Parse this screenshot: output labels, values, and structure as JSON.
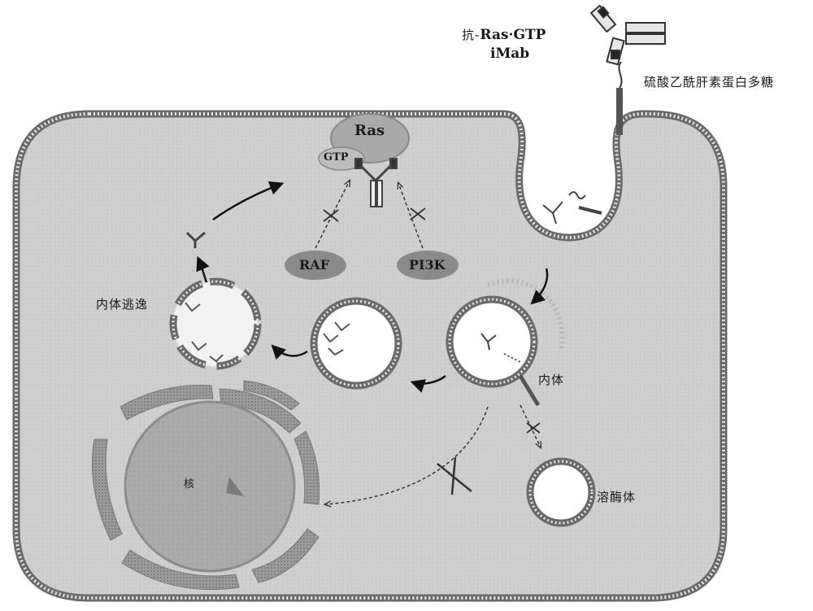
{
  "title": {
    "prefix": "抗-",
    "target": "Ras·GTP",
    "name": "iMab"
  },
  "labels": {
    "hspg": "硫酸乙酰肝素蛋白多糖",
    "ras": "Ras",
    "gtp": "GTP",
    "raf": "RAF",
    "pi3k": "PI3K",
    "endosome_escape": "内体逃逸",
    "endosome": "内体",
    "lysosome": "溶酶体",
    "nucleus": "核"
  },
  "colors": {
    "cytoplasm": "#cfcfcf",
    "membrane": "#6a6a6a",
    "ras_blob": "#a9a9a9",
    "effector": "#8a8a8a",
    "vesicle_lumen": "#ffffff",
    "nucleus": "#a8a8a8",
    "er": "#8c8c8c"
  }
}
